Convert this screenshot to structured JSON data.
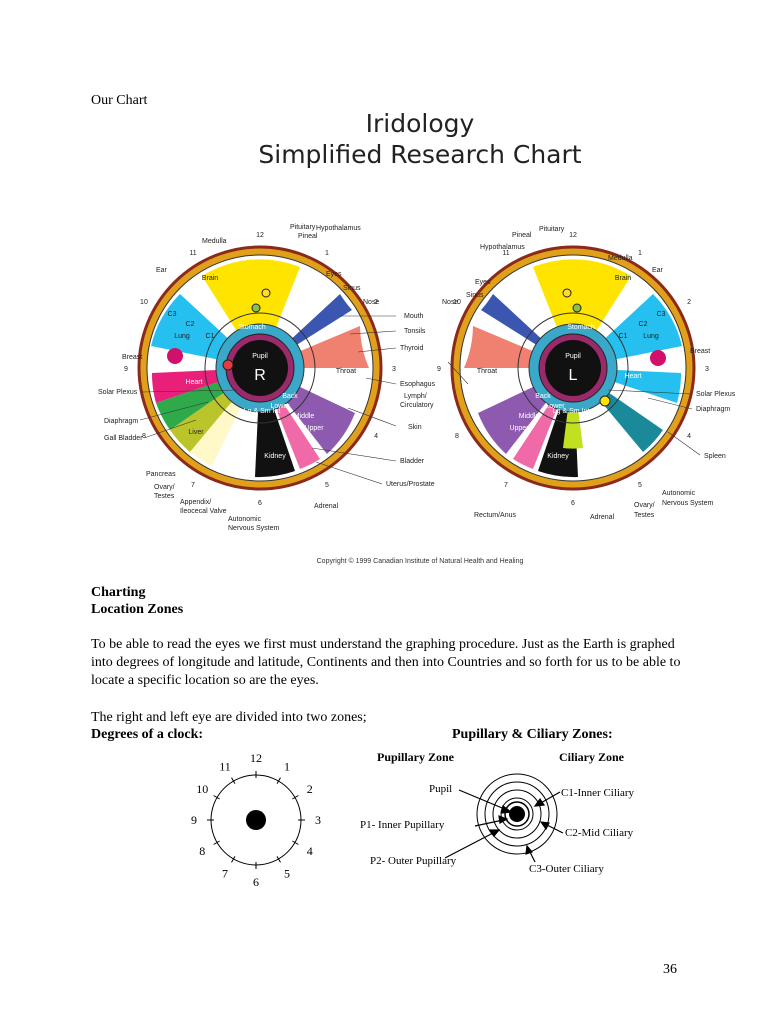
{
  "header": {
    "our_chart": "Our Chart"
  },
  "chart": {
    "title_line1": "Iridology",
    "title_line2": "Simplified Research Chart",
    "copyright": "Copyright © 1999 Canadian Institute of Natural Health and Healing",
    "right_eye": {
      "pupil": "Pupil",
      "pupil_letter": "R",
      "labels": {
        "pituitary": "Pituitary",
        "hypothalamus": "Hypothalamus",
        "pineal": "Pineal",
        "medulla": "Medulla",
        "eyes": "Eyes",
        "sinus": "Sinus",
        "nose": "Nose",
        "ear": "Ear",
        "brain": "Brain",
        "mouth": "Mouth",
        "tonsils": "Tonsils",
        "thyroid": "Thyroid",
        "throat": "Throat",
        "esophagus": "Esophagus",
        "lymph": "Lymph/",
        "circulatory": "Circulatory",
        "skin": "Skin",
        "bladder": "Bladder",
        "uterus": "Uterus/Prostate",
        "adrenal": "Adrenal",
        "kidney": "Kidney",
        "back": "Back",
        "lower": "Lower",
        "middle": "Middle",
        "upper": "Upper",
        "lung": "Lung",
        "heart": "Heart",
        "breast": "Breast",
        "solar_plexus": "Solar Plexus",
        "diaphragm": "Diaphragm",
        "gall_bladder": "Gall Bladder",
        "liver": "Liver",
        "pancreas": "Pancreas",
        "ovary": "Ovary/",
        "testes": "Testes",
        "appendix": "Appendix/",
        "ileocecal": "Ileocecal Valve",
        "autonomic": "Autonomic",
        "nervous": "Nervous System",
        "stomach": "Stomach",
        "lg_sm_int": "Lg & Sm Int",
        "c1": "C1",
        "c2": "C2",
        "c3": "C3"
      }
    },
    "left_eye": {
      "pupil": "Pupil",
      "pupil_letter": "L",
      "labels": {
        "pineal": "Pineal",
        "pituitary": "Pituitary",
        "hypothalamus": "Hypothalamus",
        "medulla": "Medulla",
        "ear": "Ear",
        "eyes": "Eyes",
        "sinus": "Sinus",
        "nose": "Nose",
        "brain": "Brain",
        "breast": "Breast",
        "solar_plexus": "Solar Plexus",
        "diaphragm": "Diaphragm",
        "spleen": "Spleen",
        "autonomic": "Autonomic",
        "nervous": "Nervous System",
        "ovary": "Ovary/",
        "testes": "Testes",
        "adrenal": "Adrenal",
        "rectum": "Rectum/Anus",
        "kidney": "Kidney",
        "throat": "Throat",
        "back": "Back",
        "lower": "Lower",
        "middle": "Middle",
        "upper": "Upper",
        "lung": "Lung",
        "heart": "Heart",
        "stomach": "Stomach",
        "lg_sm_int": "Lg & Sm Int",
        "c1": "C1",
        "c2": "C2",
        "c3": "C3"
      }
    },
    "clock_numbers": [
      "12",
      "1",
      "2",
      "3",
      "4",
      "5",
      "6",
      "7",
      "8",
      "9",
      "10",
      "11"
    ]
  },
  "section": {
    "heading_line1": "Charting",
    "heading_line2": "Location Zones",
    "paragraph": "To be able to read the eyes we first must understand the graphing procedure. Just as the Earth is graphed into degrees of longitude and latitude, Continents and then into Countries and so forth for us to be able to locate a specific location so are the eyes.",
    "zones_intro": "The right and left eye are divided into two zones;",
    "clock_heading": "Degrees of a clock:",
    "zones_heading": "Pupillary & Ciliary Zones:"
  },
  "zones_diagram": {
    "pupillary_zone": "Pupillary Zone",
    "ciliary_zone": "Ciliary Zone",
    "pupil": "Pupil",
    "p1": "P1- Inner Pupillary",
    "p2": "P2- Outer Pupillary",
    "c1": "C1-Inner Ciliary",
    "c2": "C2-Mid Ciliary",
    "c3": "C3-Outer Ciliary"
  },
  "page_number": "36"
}
